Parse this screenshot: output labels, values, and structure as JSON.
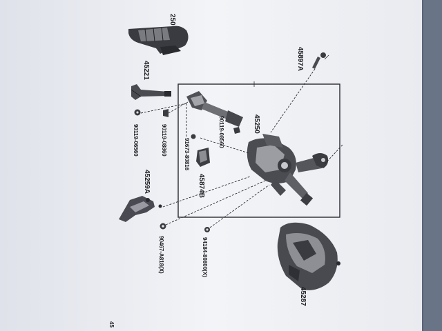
{
  "diagram": {
    "page_fragment": "45",
    "callouts": [
      {
        "id": "boot",
        "text": "250"
      },
      {
        "id": "shaft-joint",
        "text": "45221"
      },
      {
        "id": "nut-left",
        "text": "90119-06560"
      },
      {
        "id": "bolt-left",
        "text": "90119-08860"
      },
      {
        "id": "bracket",
        "text": "45259A"
      },
      {
        "id": "washer",
        "text": "90467-A818(X)"
      },
      {
        "id": "box-inner-bolt",
        "text": "90119-08560"
      },
      {
        "id": "box-inner-nut",
        "text": "91673-80816"
      },
      {
        "id": "cover-small",
        "text": "45874B"
      },
      {
        "id": "column",
        "text": "45250"
      },
      {
        "id": "link-rod",
        "text": "45897A"
      },
      {
        "id": "screw",
        "text": "94184-80800(X)"
      },
      {
        "id": "column-cover",
        "text": "45287"
      }
    ]
  },
  "colors": {
    "background": "#6f7a8e",
    "paper": "#f1f2f6",
    "ink": "#1d1d22"
  }
}
